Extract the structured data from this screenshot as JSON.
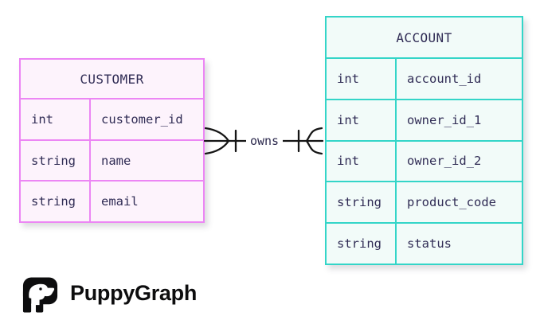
{
  "diagram": {
    "tables": [
      {
        "id": "customer",
        "title": "CUSTOMER",
        "accent_color": "#ec86f4",
        "background_color": "#fdf3fc",
        "columns": [
          {
            "type": "int",
            "name": "customer_id"
          },
          {
            "type": "string",
            "name": "name"
          },
          {
            "type": "string",
            "name": "email"
          }
        ]
      },
      {
        "id": "account",
        "title": "ACCOUNT",
        "accent_color": "#34d5c8",
        "background_color": "#f2fbf9",
        "columns": [
          {
            "type": "int",
            "name": "account_id"
          },
          {
            "type": "int",
            "name": "owner_id_1"
          },
          {
            "type": "int",
            "name": "owner_id_2"
          },
          {
            "type": "string",
            "name": "product_code"
          },
          {
            "type": "string",
            "name": "status"
          }
        ]
      }
    ],
    "relationship": {
      "label": "owns",
      "left_cardinality": "many",
      "right_cardinality": "many",
      "line_color": "#151515"
    },
    "text_color": "#302c55"
  },
  "branding": {
    "logo_text": "PuppyGraph",
    "logo_color": "#0d0d0e"
  }
}
